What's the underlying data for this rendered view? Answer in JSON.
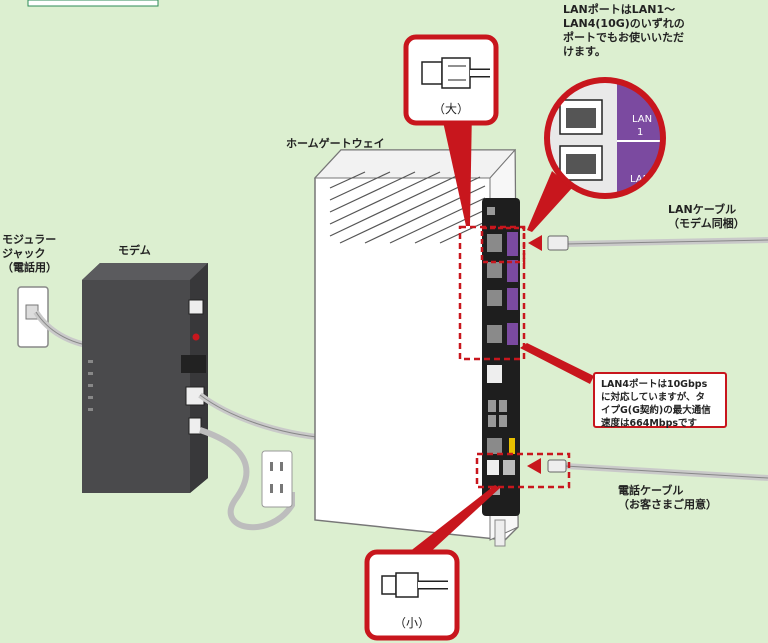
{
  "labels": {
    "lan_note": "LANポートはLAN1～\nLAN4(10G)のいずれの\nポートでもお使いいただ\nけます。",
    "home_gateway": "ホームゲートウェイ",
    "modular_jack": "モジュラー\nジャック\n（電話用）",
    "modem": "モデム",
    "lan_cable": "LANケーブル\n（モデム同梱）",
    "lan4_note": "LAN4ポートは10Gbps\nに対応していますが、タ\nイプG(G契約)の最大通信\n速度は664Mbpsです",
    "phone_cable": "電話ケーブル\n（お客さまご用意）",
    "large_caption": "（大）",
    "small_caption": "（小）"
  },
  "port_labels": {
    "lan1": "LAN\n1",
    "lan": "LAN",
    "zoom_lan1": "LAN",
    "zoom_lan1_num": "1",
    "zoom_lan_bottom": "LAN"
  },
  "colors": {
    "background": "#dcefd0",
    "accent_red": "#c8161d",
    "port_purple": "#7b4aa0",
    "modem_body": "#4a4a4c",
    "gateway_body": "#ffffff"
  }
}
